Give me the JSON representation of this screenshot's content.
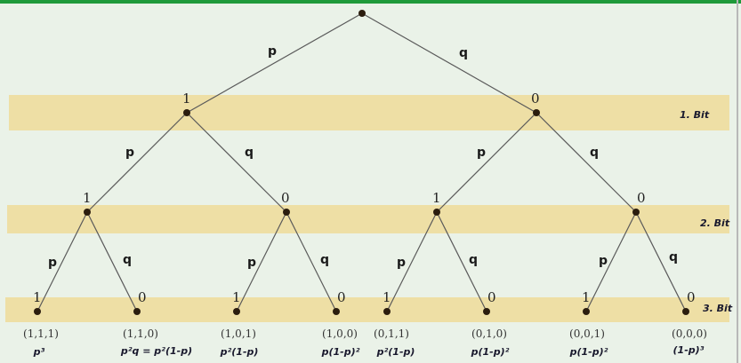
{
  "colors": {
    "background": "#eaf2e8",
    "top_bar": "#1f9a3a",
    "band": "#eedfa5",
    "edge": "#5a5a5a",
    "node": "#2b1d0e"
  },
  "bands": [
    {
      "note": "1. Bit"
    },
    {
      "note": "2. Bit"
    },
    {
      "note": "3. Bit"
    }
  ],
  "edge_labels": {
    "left": "p",
    "right": "q"
  },
  "level1": [
    {
      "value": "1"
    },
    {
      "value": "0"
    }
  ],
  "level2": [
    {
      "value": "1"
    },
    {
      "value": "0"
    },
    {
      "value": "1"
    },
    {
      "value": "0"
    }
  ],
  "leaves": [
    {
      "value": "1",
      "tuple": "(1,1,1)",
      "prob": "p³"
    },
    {
      "value": "0",
      "tuple": "(1,1,0)",
      "prob": "p²q = p²(1-p)"
    },
    {
      "value": "1",
      "tuple": "(1,0,1)",
      "prob": "p²(1-p)"
    },
    {
      "value": "0",
      "tuple": "(1,0,0)",
      "prob": "p(1-p)²"
    },
    {
      "value": "1",
      "tuple": "(0,1,1)",
      "prob": "p²(1-p)"
    },
    {
      "value": "0",
      "tuple": "(0,1,0)",
      "prob": "p(1-p)²"
    },
    {
      "value": "1",
      "tuple": "(0,0,1)",
      "prob": "p(1-p)²"
    },
    {
      "value": "0",
      "tuple": "(0,0,0)",
      "prob": "(1-p)³"
    }
  ]
}
